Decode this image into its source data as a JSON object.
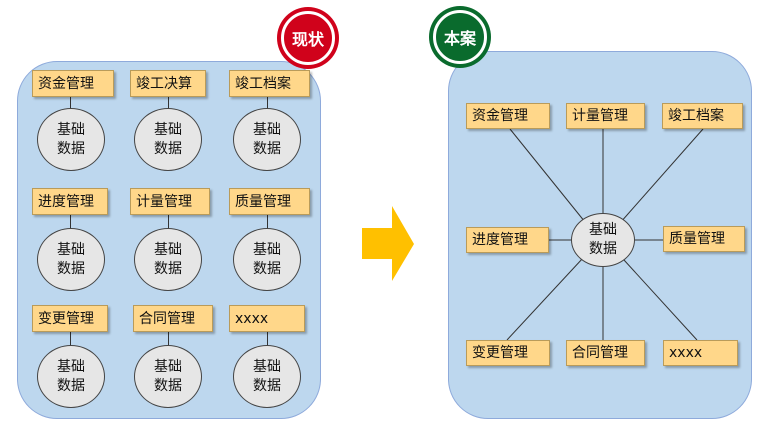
{
  "current": {
    "badge": "现状",
    "modules": [
      {
        "label": "资金管理",
        "data": [
          "基础",
          "数据"
        ]
      },
      {
        "label": "竣工决算",
        "data": [
          "基础",
          "数据"
        ]
      },
      {
        "label": "竣工档案",
        "data": [
          "基础",
          "数据"
        ]
      },
      {
        "label": "进度管理",
        "data": [
          "基础",
          "数据"
        ]
      },
      {
        "label": "计量管理",
        "data": [
          "基础",
          "数据"
        ]
      },
      {
        "label": "质量管理",
        "data": [
          "基础",
          "数据"
        ]
      },
      {
        "label": "变更管理",
        "data": [
          "基础",
          "数据"
        ]
      },
      {
        "label": "合同管理",
        "data": [
          "基础",
          "数据"
        ]
      },
      {
        "label": "xxxx",
        "data": [
          "基础",
          "数据"
        ]
      }
    ]
  },
  "proposal": {
    "badge": "本案",
    "center": [
      "基础",
      "数据"
    ],
    "modules": [
      "资金管理",
      "计量管理",
      "竣工档案",
      "进度管理",
      "质量管理",
      "变更管理",
      "合同管理",
      "xxxx"
    ]
  },
  "colors": {
    "current_badge": "#d0021b",
    "proposal_badge": "#0a6b2d",
    "panel": "#bdd7ee",
    "module_box": "#ffd78a",
    "arrow": "#ffc000"
  }
}
